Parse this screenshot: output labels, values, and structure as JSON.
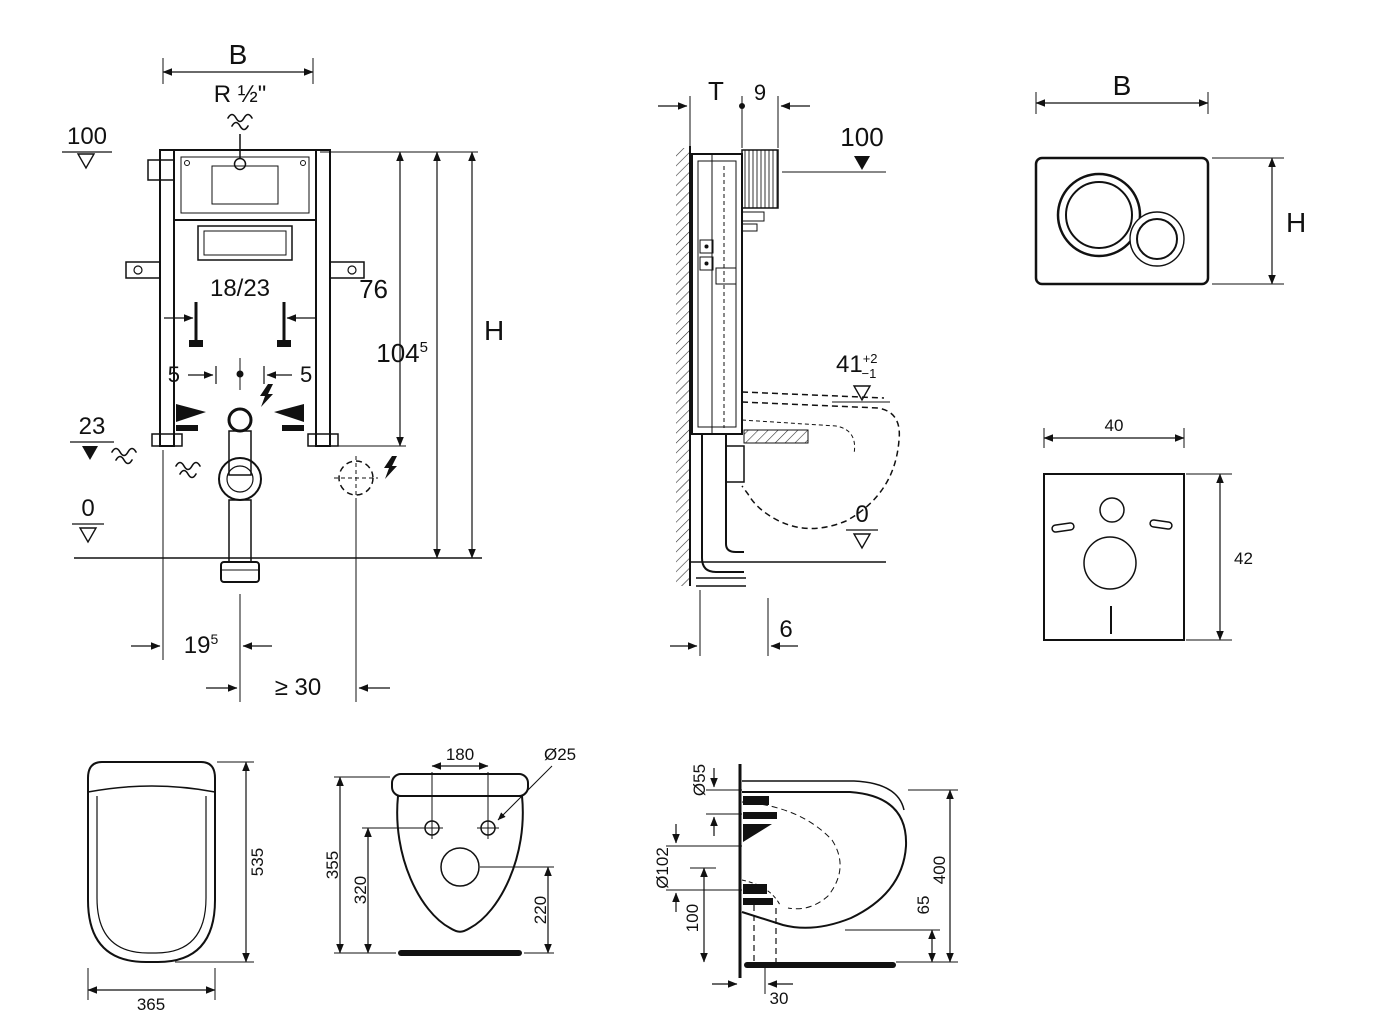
{
  "views": {
    "frame_front": {
      "b": "B",
      "r_half": "R ½\"",
      "level_100": "100",
      "span": "18/23",
      "d76": "76",
      "d104": "104",
      "d104_sup": "5",
      "h": "H",
      "d5_left": "5",
      "d5_right": "5",
      "d23": "23",
      "level_0": "0",
      "d195": "19",
      "d195_sup": "5",
      "d_min30": "≥ 30"
    },
    "frame_side": {
      "t": "T",
      "d9": "9",
      "level_100": "100",
      "d41": "41",
      "d41_sup": "+2",
      "d41_sub": "−1",
      "level_0": "0",
      "d6": "6"
    },
    "flush_plate": {
      "b": "B",
      "h": "H"
    },
    "insulation_pad": {
      "d40": "40",
      "d42": "42"
    },
    "seat_top": {
      "d535": "535",
      "d365": "365"
    },
    "wc_front": {
      "d180": "180",
      "d25": "Ø25",
      "d355": "355",
      "d320": "320",
      "d220": "220"
    },
    "wc_side": {
      "d55": "Ø55",
      "d102": "Ø102",
      "d100": "100",
      "d65": "65",
      "d400": "400",
      "d30": "30"
    }
  }
}
